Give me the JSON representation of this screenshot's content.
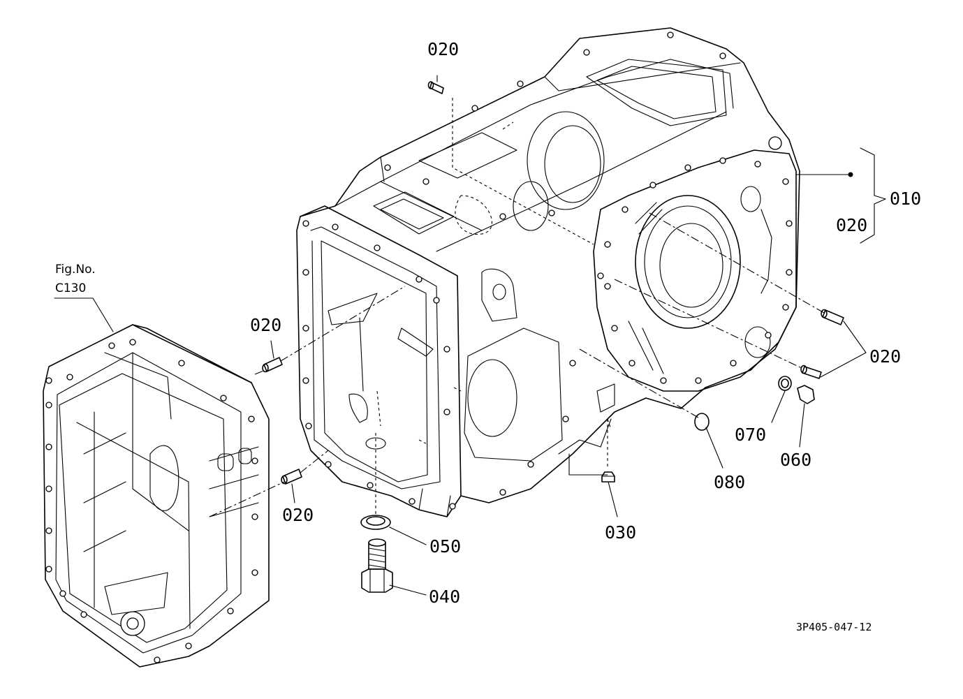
{
  "diagram": {
    "part_labels": {
      "p020_top": "020",
      "p010": "010",
      "p020_bracket": "020",
      "p020_left": "020",
      "p020_right": "020",
      "p020_bottom": "020",
      "p070": "070",
      "p060": "060",
      "p080": "080",
      "p030": "030",
      "p050": "050",
      "p040": "040"
    },
    "figure_reference": {
      "line1": "Fig.No.",
      "line2": "C130"
    },
    "drawing_code": "3P405-047-12"
  }
}
